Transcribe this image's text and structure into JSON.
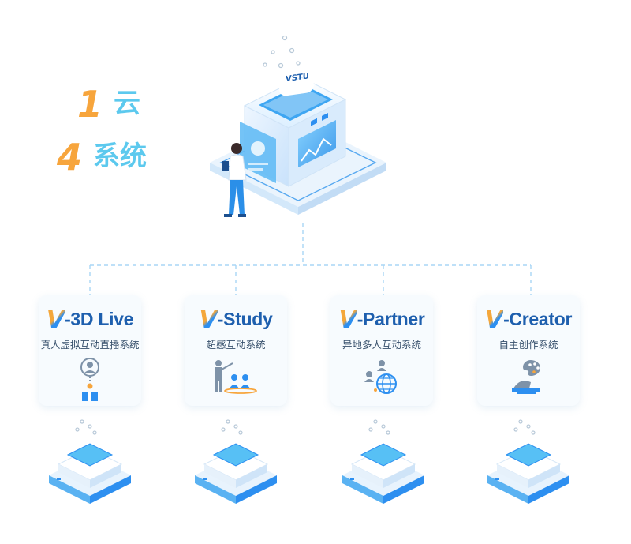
{
  "headline": {
    "line1": {
      "number": "1",
      "text": "云"
    },
    "line2": {
      "number": "4",
      "text": "系统"
    }
  },
  "center_cloud": {
    "logo_text": "VSTU"
  },
  "colors": {
    "orange": "#f7a53c",
    "cyan": "#5cc9ee",
    "blue": "#2d8ff0",
    "dark_blue": "#1e5fae",
    "card_bg": "#f7fbfe",
    "line": "#a9d6f5"
  },
  "systems": [
    {
      "v": "V",
      "name": "-3D Live",
      "subtitle": "真人虚拟互动直播系统",
      "icon": "presenter-icon"
    },
    {
      "v": "V",
      "name": "-Study",
      "subtitle": "超感互动系统",
      "icon": "classroom-icon"
    },
    {
      "v": "V",
      "name": "-Partner",
      "subtitle": "异地多人互动系统",
      "icon": "globe-people-icon"
    },
    {
      "v": "V",
      "name": "-Creator",
      "subtitle": "自主创作系统",
      "icon": "creator-palette-icon"
    }
  ]
}
